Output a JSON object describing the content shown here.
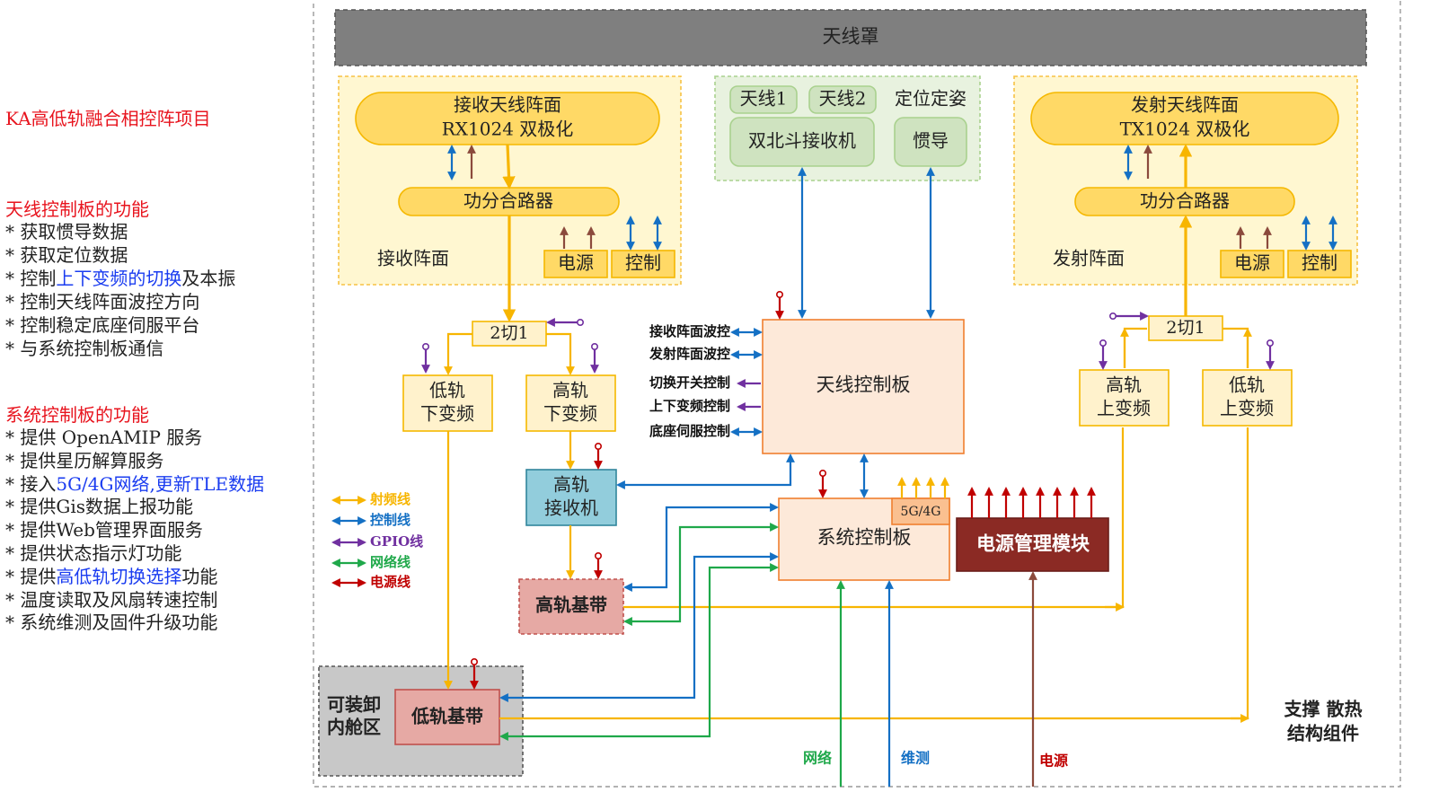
{
  "project_title": "KA高低轨融合相控阵项目",
  "antenna_board_functions": {
    "heading": "天线控制板的功能",
    "items": [
      {
        "prefix": "* ",
        "parts": [
          {
            "text": "获取惯导数据",
            "hl": false
          }
        ]
      },
      {
        "prefix": "* ",
        "parts": [
          {
            "text": "获取定位数据",
            "hl": false
          }
        ]
      },
      {
        "prefix": "* ",
        "parts": [
          {
            "text": "控制",
            "hl": false
          },
          {
            "text": "上下变频的切换",
            "hl": true
          },
          {
            "text": "及本振",
            "hl": false
          }
        ]
      },
      {
        "prefix": "* ",
        "parts": [
          {
            "text": "控制天线阵面波控方向",
            "hl": false
          }
        ]
      },
      {
        "prefix": "* ",
        "parts": [
          {
            "text": "控制稳定底座伺服平台",
            "hl": false
          }
        ]
      },
      {
        "prefix": "* ",
        "parts": [
          {
            "text": "与系统控制板通信",
            "hl": false
          }
        ]
      }
    ]
  },
  "system_board_functions": {
    "heading": "系统控制板的功能",
    "items": [
      {
        "prefix": "* ",
        "parts": [
          {
            "text": "提供 OpenAMIP 服务",
            "hl": false
          }
        ]
      },
      {
        "prefix": "* ",
        "parts": [
          {
            "text": "提供星历解算服务",
            "hl": false
          }
        ]
      },
      {
        "prefix": "* ",
        "parts": [
          {
            "text": "接入",
            "hl": false
          },
          {
            "text": "5G/4G网络,更新TLE数据",
            "hl": true
          }
        ]
      },
      {
        "prefix": "* ",
        "parts": [
          {
            "text": "提供Gis数据上报功能",
            "hl": false
          }
        ]
      },
      {
        "prefix": "* ",
        "parts": [
          {
            "text": "提供Web管理界面服务",
            "hl": false
          }
        ]
      },
      {
        "prefix": "* ",
        "parts": [
          {
            "text": "提供状态指示灯功能",
            "hl": false
          }
        ]
      },
      {
        "prefix": "* ",
        "parts": [
          {
            "text": "提供",
            "hl": false
          },
          {
            "text": "高低轨切换选择",
            "hl": true
          },
          {
            "text": "功能",
            "hl": false
          }
        ]
      },
      {
        "prefix": "* ",
        "parts": [
          {
            "text": "温度读取及风扇转速控制",
            "hl": false
          }
        ]
      },
      {
        "prefix": "* ",
        "parts": [
          {
            "text": "系统维测及固件升级功能",
            "hl": false
          }
        ]
      }
    ]
  },
  "diagram": {
    "radome": "天线罩",
    "rx_array": {
      "title_line1": "接收天线阵面",
      "title_line2": "RX1024 双极化",
      "combiner": "功分合路器",
      "area_label": "接收阵面",
      "power": "电源",
      "control": "控制"
    },
    "tx_array": {
      "title_line1": "发射天线阵面",
      "title_line2": "TX1024 双极化",
      "combiner": "功分合路器",
      "area_label": "发射阵面",
      "power": "电源",
      "control": "控制"
    },
    "positioning": {
      "antenna1": "天线1",
      "antenna2": "天线2",
      "title": "定位定姿",
      "beidou": "双北斗接收机",
      "ins": "惯导"
    },
    "rx_switch": "2切1",
    "tx_switch": "2切1",
    "leo_downconv": {
      "line1": "低轨",
      "line2": "下变频"
    },
    "geo_downconv": {
      "line1": "高轨",
      "line2": "下变频"
    },
    "geo_upconv": {
      "line1": "高轨",
      "line2": "上变频"
    },
    "leo_upconv": {
      "line1": "低轨",
      "line2": "上变频"
    },
    "geo_receiver": {
      "line1": "高轨",
      "line2": "接收机"
    },
    "geo_baseband": "高轨基带",
    "leo_baseband": "低轨基带",
    "bay": {
      "line1": "可装卸",
      "line2": "内舱区"
    },
    "antenna_ctrl_board": "天线控制板",
    "system_ctrl_board": "系统控制板",
    "modem_tag": "5G/4G",
    "power_module": "电源管理模块",
    "ctrl_signals": [
      "接收阵面波控",
      "发射阵面波控",
      "切换开关控制",
      "上下变频控制",
      "底座伺服控制"
    ],
    "legend": [
      {
        "label": "射频线",
        "color": "#f7b500"
      },
      {
        "label": "控制线",
        "color": "#1470c4"
      },
      {
        "label": "GPIO线",
        "color": "#7030a0"
      },
      {
        "label": "网络线",
        "color": "#1fa84a"
      },
      {
        "label": "电源线",
        "color": "#c00000"
      }
    ],
    "bottom_labels": {
      "network": "网络",
      "maintenance": "维测",
      "power": "电源"
    },
    "structure": {
      "line1": "支撑 散热",
      "line2": "结构组件"
    }
  },
  "colors": {
    "rf": "#f7b500",
    "control": "#1470c4",
    "gpio": "#7030a0",
    "network": "#1fa84a",
    "power": "#c00000",
    "power_in": "#8b4a3c"
  }
}
